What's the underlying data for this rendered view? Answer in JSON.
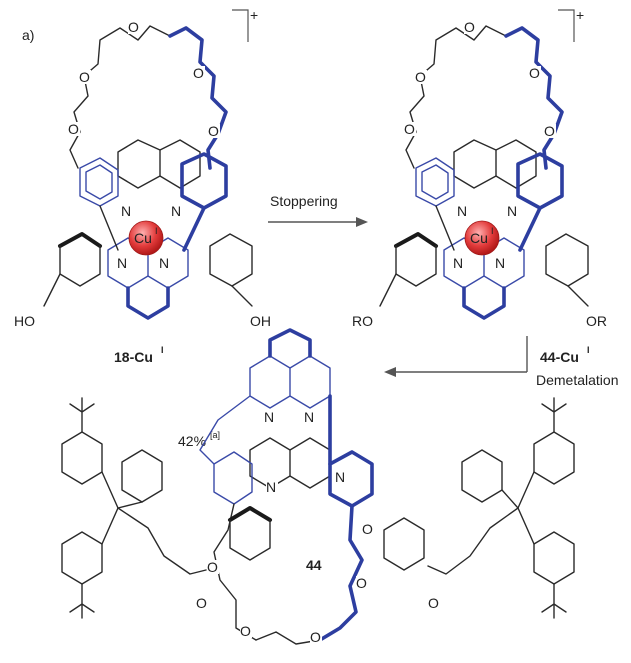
{
  "panel_label": "a)",
  "charge": "+",
  "arrows": {
    "stoppering": "Stoppering",
    "demetalation": "Demetalation"
  },
  "compounds": {
    "c18": {
      "name": "18-Cu",
      "superscript": "I"
    },
    "c44cu": {
      "name": "44-Cu",
      "superscript": "I"
    },
    "c44": {
      "name": "44"
    }
  },
  "metal": {
    "symbol": "Cu",
    "superscript": "I",
    "color": "#e23b3b"
  },
  "substituents": {
    "hydroxy": "HO",
    "hydroxy_r": "OH",
    "alkoxy": "RO",
    "alkoxy_r": "OR"
  },
  "atoms": {
    "O": "O",
    "N": "N"
  },
  "yield": {
    "value": "42%",
    "note": "[a]"
  },
  "colors": {
    "blue_strand": "#2d3ea0",
    "black_strand": "#1a1a1a"
  }
}
